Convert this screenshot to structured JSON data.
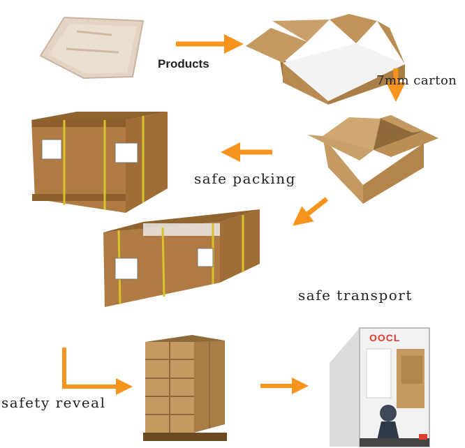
{
  "labels": {
    "products": "Products",
    "carton": "7mm carton",
    "packing": "safe packing",
    "transport": "safe transport",
    "reveal": "safety reveal"
  },
  "container_logo": "OOCL",
  "colors": {
    "arrow": "#f7941d",
    "cardboard": "#c49a62",
    "cardboard_dark": "#9c733f",
    "crate": "#a8773f",
    "strap": "#d8c22a",
    "container": "#f2f2f2",
    "logo": "#e23b2e"
  },
  "icons": [
    "bag-product",
    "open-carton",
    "wooden-crate",
    "pallet",
    "shipping-container",
    "arrow"
  ]
}
